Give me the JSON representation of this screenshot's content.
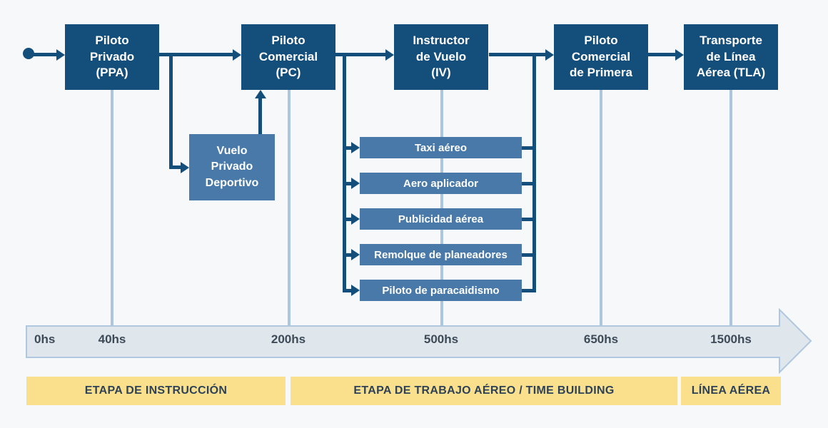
{
  "palette": {
    "navy": "#144f7c",
    "steel_blue": "#4879a8",
    "light_line": "#abc6de",
    "timeline_fill": "#dfe6ec",
    "timeline_border": "#b0c8df",
    "timeline_text": "#3d4b59",
    "stage_yellow": "#fae08c",
    "stage_text": "#2d4157",
    "background": "#f7f8f9",
    "box_text": "#ffffff"
  },
  "flow": {
    "stations": [
      {
        "id": "ppa",
        "label": "Piloto\nPrivado\n(PPA)"
      },
      {
        "id": "pc",
        "label": "Piloto\nComercial\n(PC)"
      },
      {
        "id": "iv",
        "label": "Instructor\nde Vuelo\n(IV)"
      },
      {
        "id": "pcp",
        "label": "Piloto\nComercial\nde Primera"
      },
      {
        "id": "tla",
        "label": "Transporte\nde Línea\nAérea (TLA)"
      }
    ],
    "side_branch": {
      "label": "Vuelo\nPrivado\nDeportivo"
    },
    "specialties": [
      {
        "label": "Taxi aéreo"
      },
      {
        "label": "Aero aplicador"
      },
      {
        "label": "Publicidad aérea"
      },
      {
        "label": "Remolque de planeadores"
      },
      {
        "label": "Piloto de paracaidismo"
      }
    ]
  },
  "timeline": {
    "ticks": [
      {
        "label": "0hs"
      },
      {
        "label": "40hs"
      },
      {
        "label": "200hs"
      },
      {
        "label": "500hs"
      },
      {
        "label": "650hs"
      },
      {
        "label": "1500hs"
      }
    ]
  },
  "stages": [
    {
      "label": "ETAPA DE INSTRUCCIÓN"
    },
    {
      "label": "ETAPA DE TRABAJO AÉREO / TIME BUILDING"
    },
    {
      "label": "LÍNEA AÉREA"
    }
  ]
}
